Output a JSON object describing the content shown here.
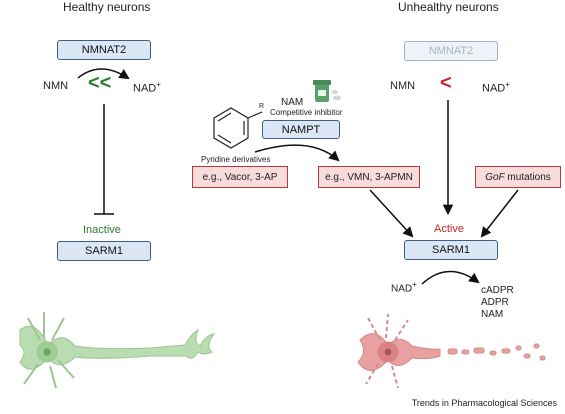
{
  "left": {
    "title": "Healthy neurons",
    "nmnat2": "NMNAT2",
    "nmn": "NMN",
    "nad": "NAD",
    "nad_sup": "+",
    "ratio_symbol": "<<",
    "state": "Inactive",
    "sarm1": "SARM1"
  },
  "middle": {
    "nam": "NAM",
    "competitive": "Competitive inhibitor",
    "nampt": "NAMPT",
    "r_group": "R",
    "pyridine": "Pyridine derivatives",
    "box1": "e.g., Vacor, 3-AP",
    "box2": "e.g., VMN, 3-APMN"
  },
  "right": {
    "title": "Unhealthy neurons",
    "nmnat2": "NMNAT2",
    "nmn": "NMN",
    "nad": "NAD",
    "nad_sup": "+",
    "ratio_symbol": "<",
    "gof_italic": "GoF",
    "gof_rest": " mutations",
    "state": "Active",
    "sarm1": "SARM1",
    "nad_in": "NAD",
    "nad_in_sup": "+",
    "products": [
      "cADPR",
      "ADPR",
      "NAM"
    ]
  },
  "footer": "Trends in Pharmacological Sciences",
  "colors": {
    "box_fill": "#dbe7f4",
    "box_border": "#3d5f86",
    "red_box_fill": "#f8dcdc",
    "red_box_border": "#b53a3a",
    "healthy_green": "#2e7d32",
    "active_red": "#c62828",
    "neuron_green": "#b9dcb0",
    "neuron_red": "#e8a0a0"
  }
}
